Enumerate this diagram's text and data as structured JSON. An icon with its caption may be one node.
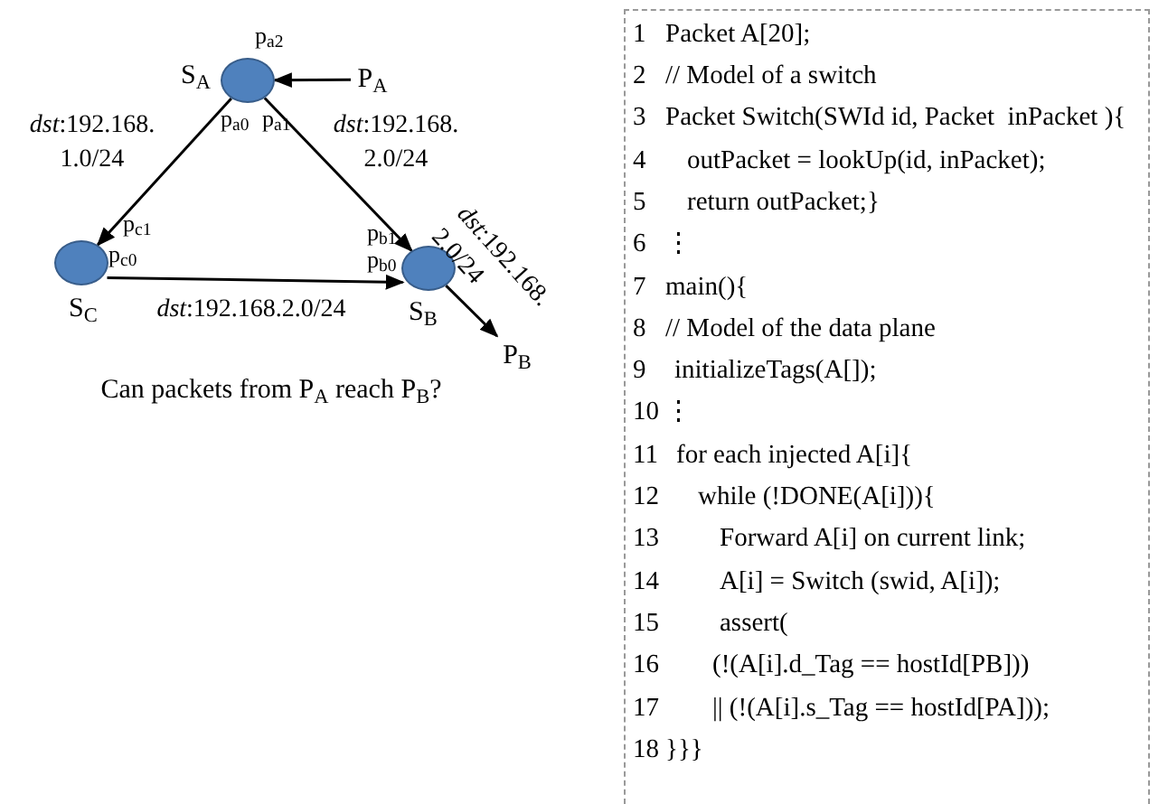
{
  "diagram": {
    "caption": "Can packets from P$_{A}$ reach P$_{B}$?",
    "nodes": [
      {
        "text": [],
        "shape": "circle",
        "beside": [
          "S$_{A}$"
        ]
      },
      {
        "text": [
          "P$_{A}$"
        ]
      },
      {
        "text": [],
        "shape": "circle",
        "beside": [
          "S$_{C}$"
        ]
      },
      {
        "text": [],
        "shape": "circle",
        "beside": [
          "S$_{B}$"
        ]
      },
      {
        "text": [
          "P$_{B}$"
        ]
      },
      {
        "text": [
          "1",
          "Packet A[20];",
          "2",
          "// Model of a switch",
          "3",
          "Packet Switch(SWId id, Packet  inPacket ){",
          "4",
          "outPacket = lookUp(id, inPacket);",
          "5",
          "return outPacket;}",
          "6",
          "⋮",
          "7",
          "main(){",
          "8",
          "// Model of the data plane",
          "9",
          "initializeTags(A[]);",
          "10",
          "⋮",
          "11",
          "for each injected A[i]{",
          "12",
          "while (!DONE(A[i])){",
          "13",
          "Forward A[i] on current link;",
          "14",
          "A[i] = Switch (swid, A[i]);",
          "15",
          "assert(",
          "16",
          "(!(A[i].d_Tag == hostId[PB]))",
          "17",
          "|| (!(A[i].s_Tag == hostId[PA]));",
          "18",
          "}}}"
        ]
      }
    ],
    "edges": [
      {
        "from": 1,
        "to": 0,
        "arrow": "to"
      },
      {
        "from": 0,
        "to": 2,
        "arrow": "to",
        "label": "*dst*:192.168. 1.0/24"
      },
      {
        "from": 0,
        "to": 3,
        "arrow": "to",
        "label": "*dst*:192.168. 2.0/24"
      },
      {
        "from": 2,
        "to": 3,
        "arrow": "to",
        "label": "*dst*:192.168.2.0/24"
      },
      {
        "from": 3,
        "to": 4,
        "arrow": "to",
        "label": "*dst*:192.168. 2.0/24"
      }
    ],
    "labels": [
      "p$_{a2}$",
      "p$_{a0}$",
      "p$_{a1}$",
      "p$_{c1}$",
      "p$_{c0}$",
      "p$_{b1}$",
      "p$_{b0}$"
    ]
  }
}
